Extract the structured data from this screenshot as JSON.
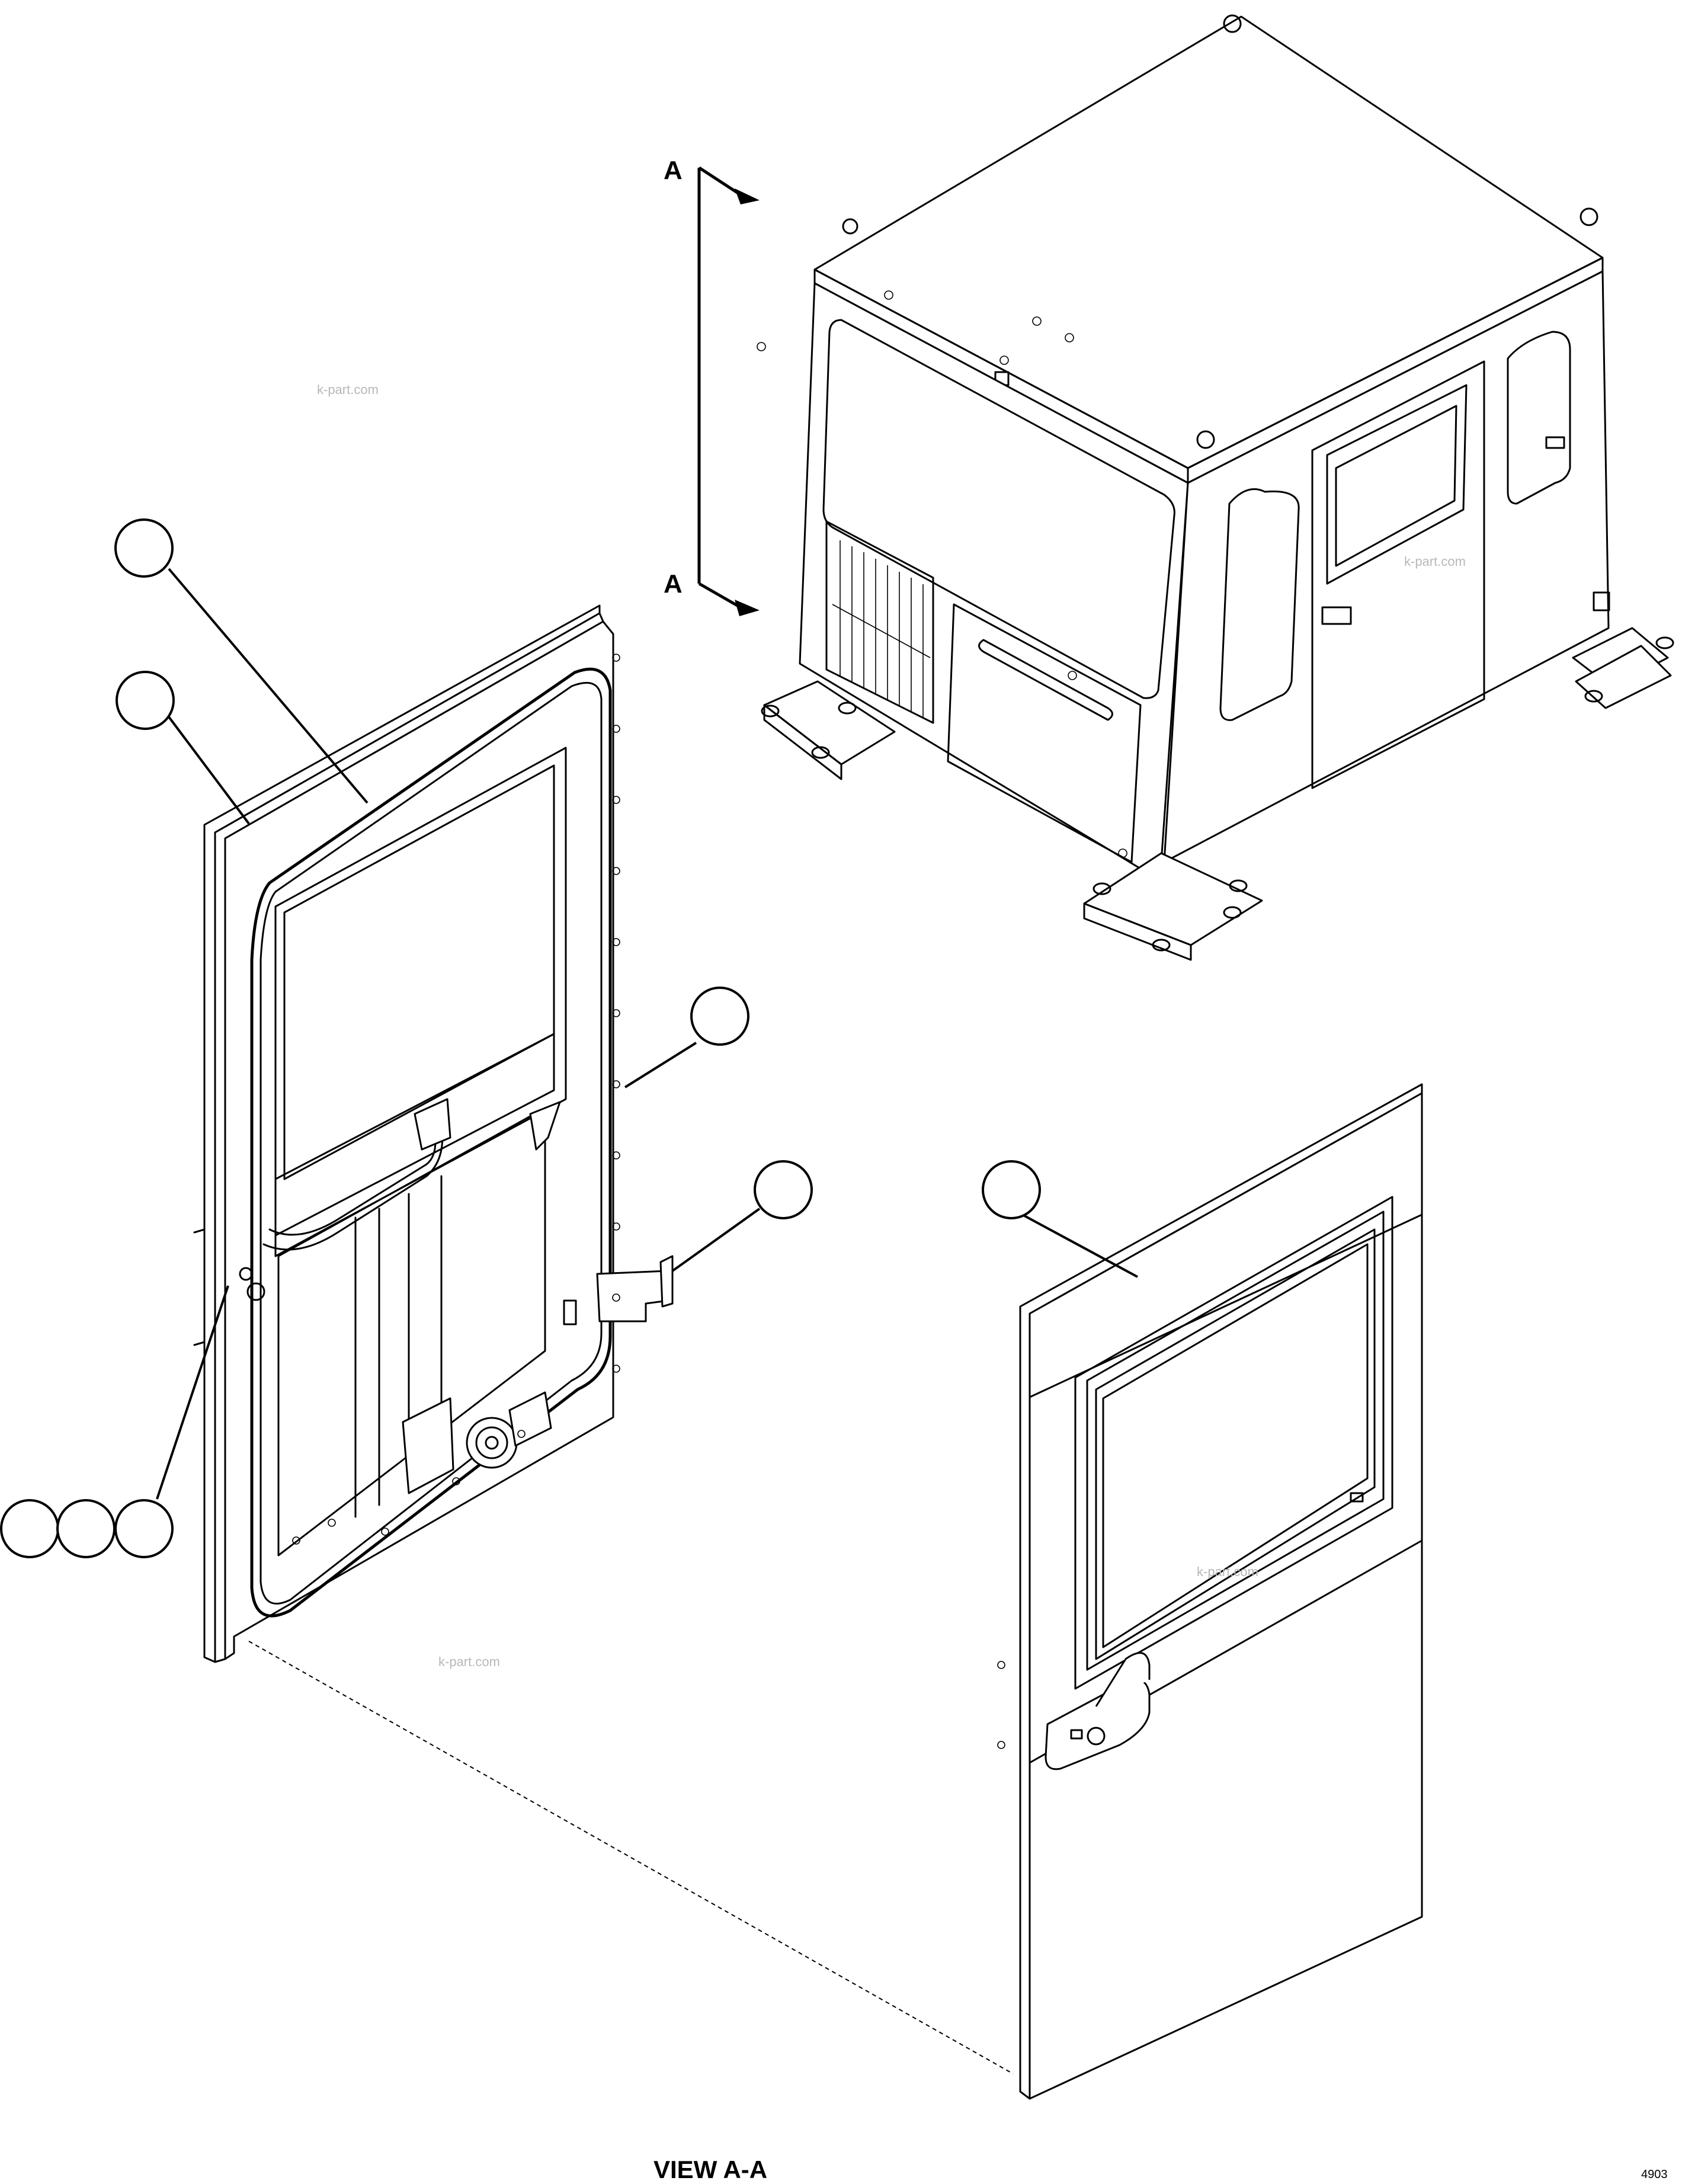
{
  "section_markers": [
    "A",
    "A"
  ],
  "view_label": "VIEW A-A",
  "drawing_number": "4903",
  "watermark": "k-part.com",
  "callouts": [
    "",
    "",
    "",
    "",
    "",
    "",
    "",
    ""
  ]
}
